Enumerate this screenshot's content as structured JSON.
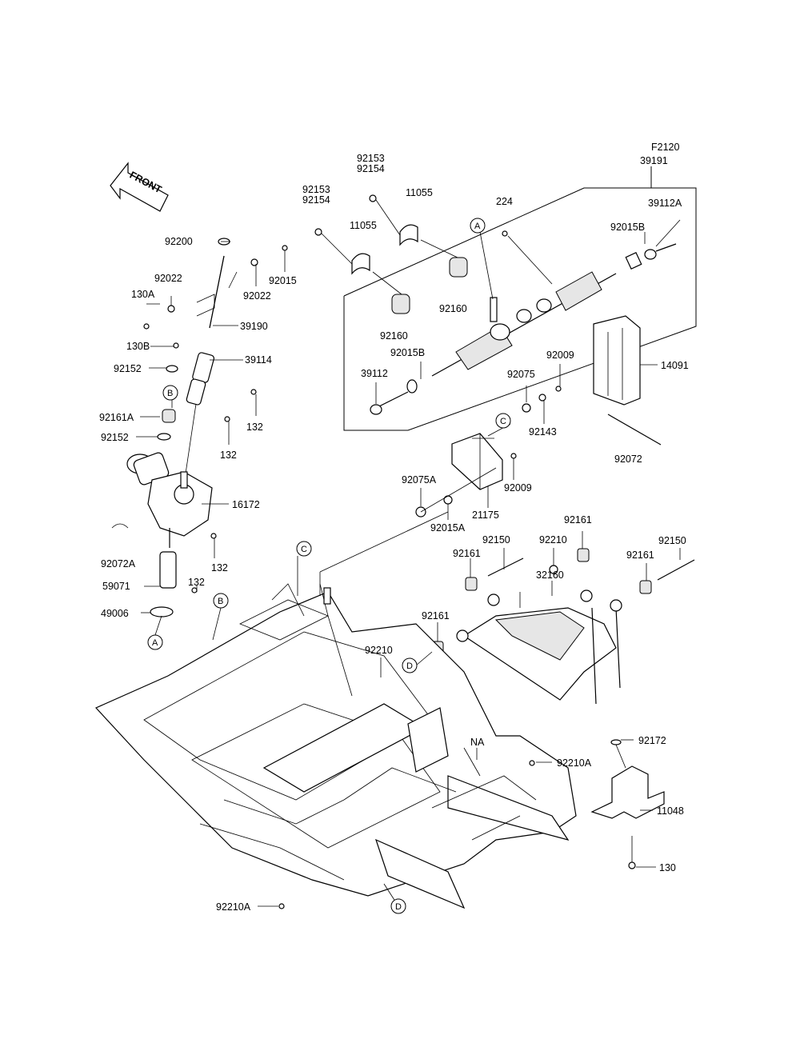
{
  "diagram": {
    "code": "F2120",
    "front_label": "FRONT",
    "parts": {
      "p39191": "39191",
      "p92153_top": "92153",
      "p92154_top": "92154",
      "p92153_left": "92153",
      "p92154_left": "92154",
      "p11055_right": "11055",
      "p11055_left": "11055",
      "p224": "224",
      "p39112A": "39112A",
      "p92015B_right": "92015B",
      "p92200": "92200",
      "p92015": "92015",
      "p92022_left": "92022",
      "p92022_right": "92022",
      "p130A": "130A",
      "p39190": "39190",
      "p92160_right": "92160",
      "p92160_left": "92160",
      "p130B": "130B",
      "p39114": "39114",
      "p92152_top": "92152",
      "p92015B_left": "92015B",
      "p92009_top": "92009",
      "p14091": "14091",
      "p39112": "39112",
      "p92075": "92075",
      "p92161A": "92161A",
      "p132_a": "132",
      "p92143": "92143",
      "p92152_bottom": "92152",
      "p132_b": "132",
      "p92072": "92072",
      "p92075A": "92075A",
      "p92009_bottom": "92009",
      "p16172": "16172",
      "p21175": "21175",
      "p92015A": "92015A",
      "p92161_top": "92161",
      "p92150_left": "92150",
      "p92210_top": "92210",
      "p92150_right": "92150",
      "p92161_left": "92161",
      "p92161_right": "92161",
      "p92072A": "92072A",
      "p132_c": "132",
      "p32160": "32160",
      "p59071": "59071",
      "p132_d": "132",
      "p49006": "49006",
      "p92161_mid": "92161",
      "p92210_mid": "92210",
      "p92172": "92172",
      "pNA": "NA",
      "p92210A_right": "92210A",
      "p11048": "11048",
      "p130": "130",
      "p92210A_bottom": "92210A"
    },
    "callouts": {
      "a_top": "A",
      "b": "B",
      "c_right": "C",
      "c_frame": "C",
      "b_frame": "B",
      "a_bottom": "A",
      "d_right": "D",
      "d_bottom": "D"
    }
  }
}
